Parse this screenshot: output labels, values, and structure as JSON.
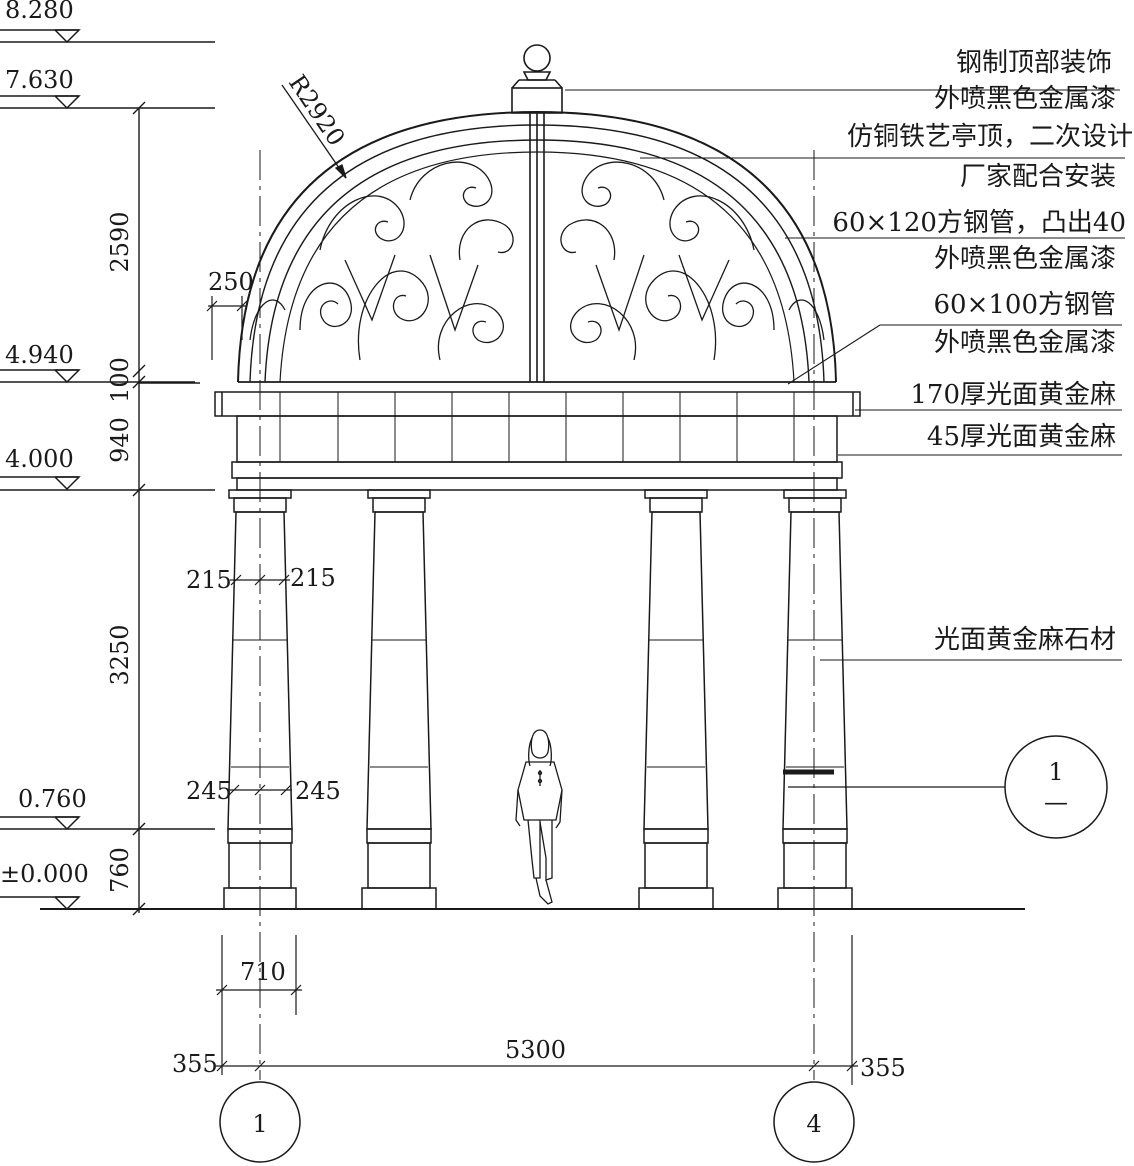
{
  "elevations": {
    "top": "8.280",
    "dome_top": "7.630",
    "dome_base": "4.940",
    "entablature_base": "4.000",
    "pedestal_top": "0.760",
    "ground": "±0.000"
  },
  "vertical_dims": {
    "dome_height": "2590",
    "ring": "100",
    "entablature": "940",
    "column": "3250",
    "pedestal": "760"
  },
  "horizontal_dims": {
    "dome_rib": "250",
    "column_top_left": "215",
    "column_top_right": "215",
    "column_base_left": "245",
    "column_base_right": "245",
    "column_width": "710",
    "edge_left": "355",
    "span": "5300",
    "edge_right": "355"
  },
  "dome_radius": "R2920",
  "notes": [
    "钢制顶部装饰",
    "外喷黑色金属漆",
    "仿铜铁艺亭顶，二次设计",
    "厂家配合安装",
    "60×120方钢管，凸出40",
    "外喷黑色金属漆",
    "60×100方钢管",
    "外喷黑色金属漆",
    "170厚光面黄金麻",
    "45厚光面黄金麻",
    "光面黄金麻石材"
  ],
  "axes": {
    "left": "1",
    "right": "4"
  },
  "section_mark": {
    "number": "1",
    "sheet": "—"
  }
}
